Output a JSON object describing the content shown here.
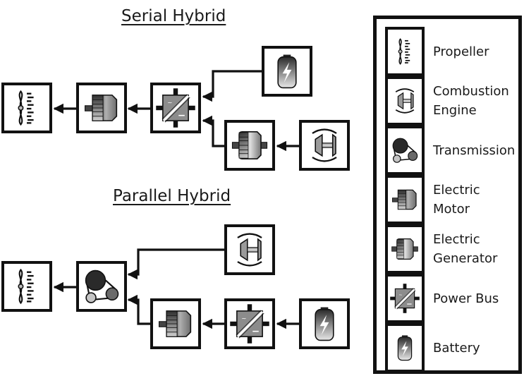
{
  "diagrams": {
    "serial": {
      "title": "Serial Hybrid",
      "components": [
        "propeller",
        "electric-motor",
        "power-bus",
        "battery",
        "electric-generator",
        "combustion-engine"
      ],
      "flows": [
        {
          "from": "electric-motor",
          "to": "propeller"
        },
        {
          "from": "power-bus",
          "to": "electric-motor"
        },
        {
          "from": "battery",
          "to": "power-bus"
        },
        {
          "from": "electric-generator",
          "to": "power-bus"
        },
        {
          "from": "combustion-engine",
          "to": "electric-generator"
        }
      ]
    },
    "parallel": {
      "title": "Parallel Hybrid",
      "components": [
        "propeller",
        "transmission",
        "combustion-engine",
        "electric-motor",
        "power-bus",
        "battery"
      ],
      "flows": [
        {
          "from": "transmission",
          "to": "propeller"
        },
        {
          "from": "combustion-engine",
          "to": "transmission"
        },
        {
          "from": "electric-motor",
          "to": "transmission"
        },
        {
          "from": "power-bus",
          "to": "electric-motor"
        },
        {
          "from": "battery",
          "to": "power-bus"
        }
      ]
    }
  },
  "legend": {
    "items": [
      {
        "icon": "propeller",
        "lines": [
          "Propeller"
        ]
      },
      {
        "icon": "combustion-engine",
        "lines": [
          "Combustion",
          "Engine"
        ]
      },
      {
        "icon": "transmission",
        "lines": [
          "Transmission"
        ]
      },
      {
        "icon": "electric-motor",
        "lines": [
          "Electric",
          "Motor"
        ]
      },
      {
        "icon": "electric-generator",
        "lines": [
          "Electric",
          "Generator"
        ]
      },
      {
        "icon": "power-bus",
        "lines": [
          "Power Bus"
        ]
      },
      {
        "icon": "battery",
        "lines": [
          "Battery"
        ]
      }
    ]
  }
}
